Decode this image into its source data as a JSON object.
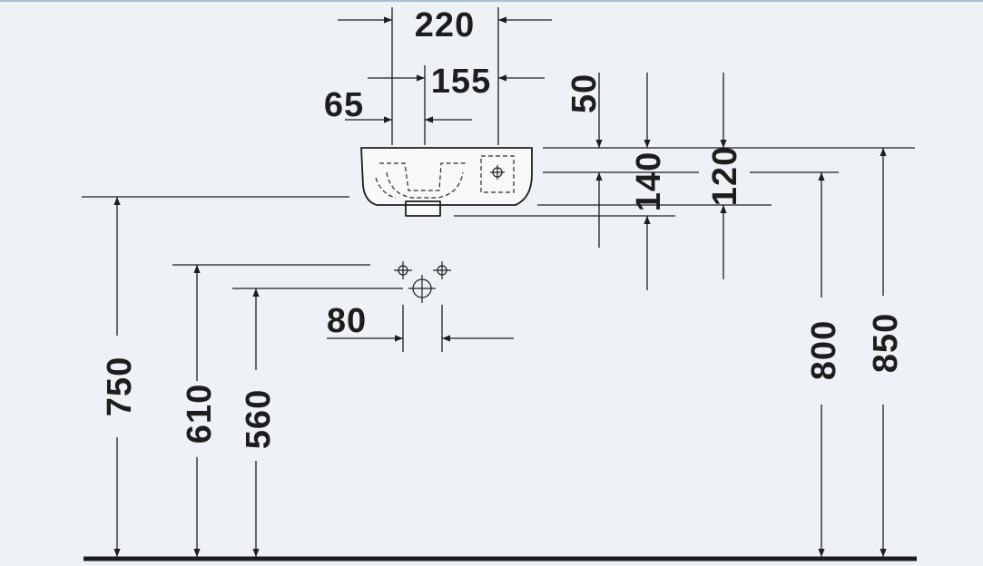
{
  "drawing": {
    "dimensions": {
      "d220": "220",
      "d155": "155",
      "d65": "65",
      "d50": "50",
      "d140": "140",
      "d120": "120",
      "d80": "80",
      "d750": "750",
      "d610": "610",
      "d560": "560",
      "d800": "800",
      "d850": "850"
    },
    "colors": {
      "background": "#eef2f7",
      "line": "#1d1d1d",
      "floor": "#1d1d1d",
      "thin_line": "#3a3a3a"
    }
  }
}
